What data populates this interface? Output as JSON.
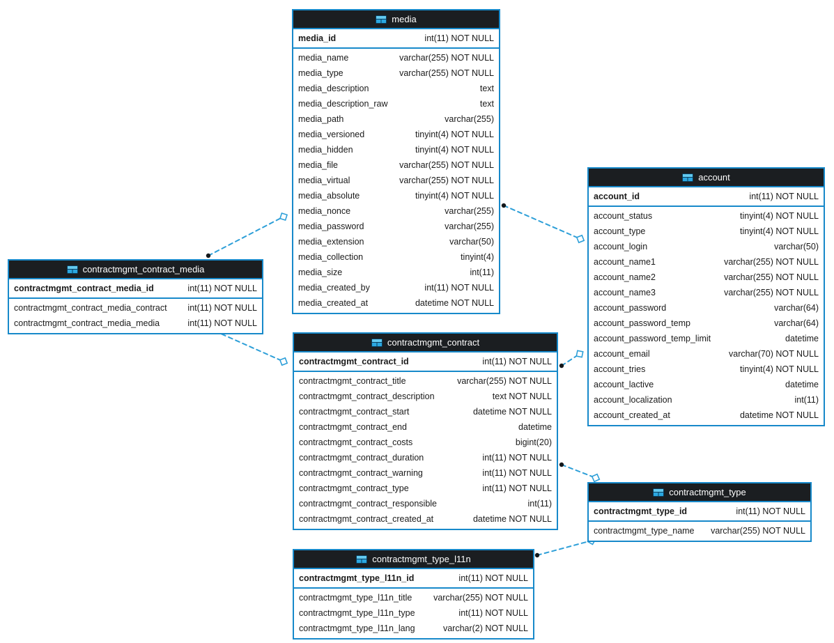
{
  "diagram": {
    "colors": {
      "table_border": "#1789ca",
      "relation_line": "#2d9fd8",
      "header_bg": "#1b1e21",
      "header_text": "#ffffff",
      "row_text": "#1a1a1a",
      "dot_fill": "#14181b",
      "diamond_fill": "#ffffff",
      "icon_blue": "#2ba7e0",
      "icon_light_blue": "#62c9ef"
    },
    "tables": [
      {
        "name": "media",
        "icon": "table-icon",
        "primary_key": [
          {
            "name": "media_id",
            "type": "int(11) NOT NULL"
          }
        ],
        "columns": [
          {
            "name": "media_name",
            "type": "varchar(255) NOT NULL"
          },
          {
            "name": "media_type",
            "type": "varchar(255) NOT NULL"
          },
          {
            "name": "media_description",
            "type": "text"
          },
          {
            "name": "media_description_raw",
            "type": "text"
          },
          {
            "name": "media_path",
            "type": "varchar(255)"
          },
          {
            "name": "media_versioned",
            "type": "tinyint(4) NOT NULL"
          },
          {
            "name": "media_hidden",
            "type": "tinyint(4) NOT NULL"
          },
          {
            "name": "media_file",
            "type": "varchar(255) NOT NULL"
          },
          {
            "name": "media_virtual",
            "type": "varchar(255) NOT NULL"
          },
          {
            "name": "media_absolute",
            "type": "tinyint(4) NOT NULL"
          },
          {
            "name": "media_nonce",
            "type": "varchar(255)"
          },
          {
            "name": "media_password",
            "type": "varchar(255)"
          },
          {
            "name": "media_extension",
            "type": "varchar(50)"
          },
          {
            "name": "media_collection",
            "type": "tinyint(4)"
          },
          {
            "name": "media_size",
            "type": "int(11)"
          },
          {
            "name": "media_created_by",
            "type": "int(11) NOT NULL"
          },
          {
            "name": "media_created_at",
            "type": "datetime NOT NULL"
          }
        ]
      },
      {
        "name": "account",
        "icon": "table-icon",
        "primary_key": [
          {
            "name": "account_id",
            "type": "int(11) NOT NULL"
          }
        ],
        "columns": [
          {
            "name": "account_status",
            "type": "tinyint(4) NOT NULL"
          },
          {
            "name": "account_type",
            "type": "tinyint(4) NOT NULL"
          },
          {
            "name": "account_login",
            "type": "varchar(50)"
          },
          {
            "name": "account_name1",
            "type": "varchar(255) NOT NULL"
          },
          {
            "name": "account_name2",
            "type": "varchar(255) NOT NULL"
          },
          {
            "name": "account_name3",
            "type": "varchar(255) NOT NULL"
          },
          {
            "name": "account_password",
            "type": "varchar(64)"
          },
          {
            "name": "account_password_temp",
            "type": "varchar(64)"
          },
          {
            "name": "account_password_temp_limit",
            "type": "datetime"
          },
          {
            "name": "account_email",
            "type": "varchar(70) NOT NULL"
          },
          {
            "name": "account_tries",
            "type": "tinyint(4) NOT NULL"
          },
          {
            "name": "account_lactive",
            "type": "datetime"
          },
          {
            "name": "account_localization",
            "type": "int(11)"
          },
          {
            "name": "account_created_at",
            "type": "datetime NOT NULL"
          }
        ]
      },
      {
        "name": "contractmgmt_contract_media",
        "icon": "table-icon",
        "primary_key": [
          {
            "name": "contractmgmt_contract_media_id",
            "type": "int(11) NOT NULL"
          }
        ],
        "columns": [
          {
            "name": "contractmgmt_contract_media_contract",
            "type": "int(11) NOT NULL"
          },
          {
            "name": "contractmgmt_contract_media_media",
            "type": "int(11) NOT NULL"
          }
        ]
      },
      {
        "name": "contractmgmt_contract",
        "icon": "table-icon",
        "primary_key": [
          {
            "name": "contractmgmt_contract_id",
            "type": "int(11) NOT NULL"
          }
        ],
        "columns": [
          {
            "name": "contractmgmt_contract_title",
            "type": "varchar(255) NOT NULL"
          },
          {
            "name": "contractmgmt_contract_description",
            "type": "text NOT NULL"
          },
          {
            "name": "contractmgmt_contract_start",
            "type": "datetime NOT NULL"
          },
          {
            "name": "contractmgmt_contract_end",
            "type": "datetime"
          },
          {
            "name": "contractmgmt_contract_costs",
            "type": "bigint(20)"
          },
          {
            "name": "contractmgmt_contract_duration",
            "type": "int(11) NOT NULL"
          },
          {
            "name": "contractmgmt_contract_warning",
            "type": "int(11) NOT NULL"
          },
          {
            "name": "contractmgmt_contract_type",
            "type": "int(11) NOT NULL"
          },
          {
            "name": "contractmgmt_contract_responsible",
            "type": "int(11)"
          },
          {
            "name": "contractmgmt_contract_created_at",
            "type": "datetime NOT NULL"
          }
        ]
      },
      {
        "name": "contractmgmt_type",
        "icon": "table-icon",
        "primary_key": [
          {
            "name": "contractmgmt_type_id",
            "type": "int(11) NOT NULL"
          }
        ],
        "columns": [
          {
            "name": "contractmgmt_type_name",
            "type": "varchar(255) NOT NULL"
          }
        ]
      },
      {
        "name": "contractmgmt_type_l11n",
        "icon": "table-icon",
        "primary_key": [
          {
            "name": "contractmgmt_type_l11n_id",
            "type": "int(11) NOT NULL"
          }
        ],
        "columns": [
          {
            "name": "contractmgmt_type_l11n_title",
            "type": "varchar(255) NOT NULL"
          },
          {
            "name": "contractmgmt_type_l11n_type",
            "type": "int(11) NOT NULL"
          },
          {
            "name": "contractmgmt_type_l11n_lang",
            "type": "varchar(2) NOT NULL"
          }
        ]
      }
    ],
    "relations": [
      {
        "from": "contractmgmt_contract_media",
        "to": "media"
      },
      {
        "from": "media",
        "to": "account"
      },
      {
        "from": "contractmgmt_contract_media",
        "to": "contractmgmt_contract"
      },
      {
        "from": "contractmgmt_contract",
        "to": "account"
      },
      {
        "from": "contractmgmt_contract",
        "to": "contractmgmt_type"
      },
      {
        "from": "contractmgmt_type_l11n",
        "to": "contractmgmt_type"
      }
    ]
  }
}
